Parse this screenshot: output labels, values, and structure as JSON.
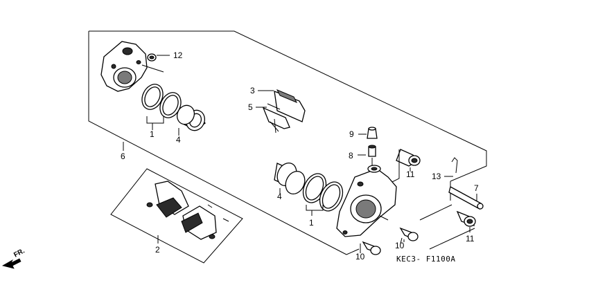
{
  "diagram": {
    "code": "KEC3- F1100A",
    "direction_label": "FR.",
    "callouts": {
      "c1a": "1",
      "c1b": "1",
      "c2": "2",
      "c3": "3",
      "c4a": "4",
      "c4b": "4",
      "c5": "5",
      "c6": "6",
      "c7": "7",
      "c8": "8",
      "c9": "9",
      "c10a": "10",
      "c10b": "10",
      "c11a": "11",
      "c11b": "11",
      "c12": "12",
      "c13": "13"
    }
  }
}
